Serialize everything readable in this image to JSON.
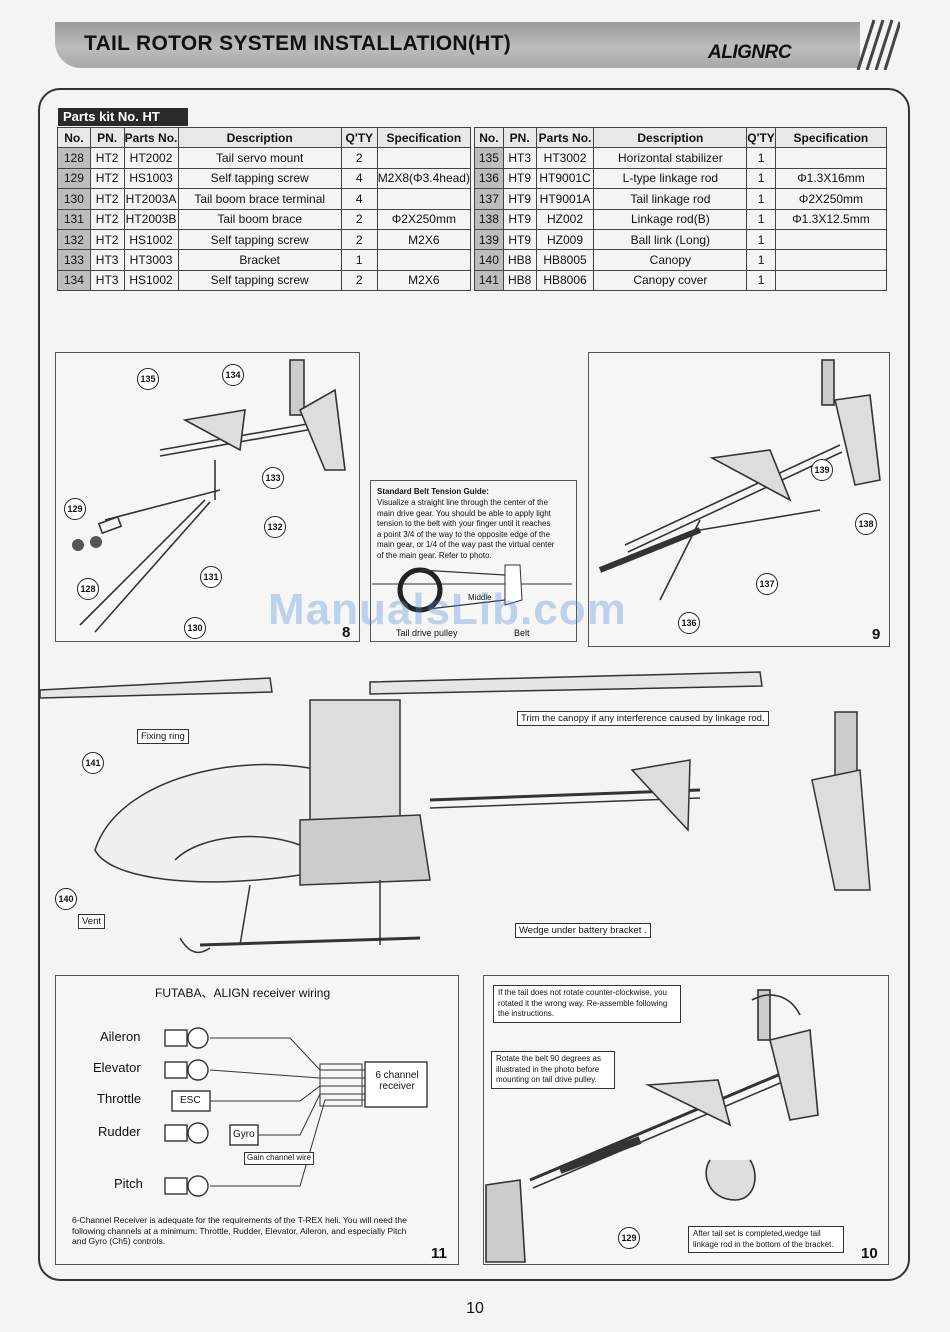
{
  "header": {
    "title": "TAIL ROTOR SYSTEM INSTALLATION(HT)",
    "logo": "ALIGNRC"
  },
  "parts_kit_label": "Parts kit No. HT",
  "columns": [
    "No.",
    "PN.",
    "Parts No.",
    "Description",
    "Q'TY",
    "Specification"
  ],
  "table_left": [
    [
      "128",
      "HT2",
      "HT2002",
      "Tail servo mount",
      "2",
      ""
    ],
    [
      "129",
      "HT2",
      "HS1003",
      "Self tapping screw",
      "4",
      "M2X8(Φ3.4head)"
    ],
    [
      "130",
      "HT2",
      "HT2003A",
      "Tail boom brace terminal",
      "4",
      ""
    ],
    [
      "131",
      "HT2",
      "HT2003B",
      "Tail boom brace",
      "2",
      "Φ2X250mm"
    ],
    [
      "132",
      "HT2",
      "HS1002",
      "Self tapping screw",
      "2",
      "M2X6"
    ],
    [
      "133",
      "HT3",
      "HT3003",
      "Bracket",
      "1",
      ""
    ],
    [
      "134",
      "HT3",
      "HS1002",
      "Self tapping screw",
      "2",
      "M2X6"
    ]
  ],
  "table_right": [
    [
      "135",
      "HT3",
      "HT3002",
      "Horizontal stabilizer",
      "1",
      ""
    ],
    [
      "136",
      "HT9",
      "HT9001C",
      "L-type linkage rod",
      "1",
      "Φ1.3X16mm"
    ],
    [
      "137",
      "HT9",
      "HT9001A",
      "Tail linkage rod",
      "1",
      "Φ2X250mm"
    ],
    [
      "138",
      "HT9",
      "HZ002",
      "Linkage rod(B)",
      "1",
      "Φ1.3X12.5mm"
    ],
    [
      "139",
      "HT9",
      "HZ009",
      "Ball link (Long)",
      "1",
      ""
    ],
    [
      "140",
      "HB8",
      "HB8005",
      "Canopy",
      "1",
      ""
    ],
    [
      "141",
      "HB8",
      "HB8006",
      "Canopy cover",
      "1",
      ""
    ]
  ],
  "step8": {
    "number": "8",
    "callouts": [
      "135",
      "134",
      "133",
      "132",
      "129",
      "128",
      "131",
      "130"
    ]
  },
  "belt_guide": {
    "title": "Standard Belt Tension Guide:",
    "text": [
      "Visualize a straight line through the center of the",
      "main drive gear. You should be able to apply light",
      "tension to the belt with your finger until it reaches",
      "a point 3/4 of the way to the opposite edge of the",
      "main gear, or 1/4 of the way past the virtual center",
      "of the main gear. Refer to photo."
    ],
    "middle": "Middle",
    "pulley": "Tail drive pulley",
    "belt": "Belt"
  },
  "step9": {
    "number": "9",
    "callouts": [
      "139",
      "138",
      "137",
      "136"
    ]
  },
  "main": {
    "fixing_ring": "Fixing ring",
    "trim": "Trim the canopy if any interference caused by linkage rod.",
    "wedge": "Wedge under battery bracket .",
    "vent": "Vent",
    "callouts": [
      "141",
      "140"
    ]
  },
  "step11": {
    "number": "11",
    "title": "FUTABA、ALIGN receiver wiring",
    "channels": [
      "Aileron",
      "Elevator",
      "Throttle",
      "Rudder",
      "Pitch"
    ],
    "esc": "ESC",
    "gyro": "Gyro",
    "gain": "Gain channel wire",
    "receiver": [
      "6 channel",
      "receiver"
    ],
    "note": [
      "6-Channel Receiver is adequate for the requirements of the T-REX heli. You will need the",
      "following channels at a minimum: Throttle, Rudder, Elevator, Aileron, and especially Pitch",
      "and Gyro (Ch5) controls."
    ]
  },
  "step10": {
    "number": "10",
    "note1": [
      "If the tail does not rotate counter-clockwise, you",
      "rotated it the wrong way. Re-assemble following",
      "the instructions."
    ],
    "note2": [
      "Rotate the belt 90 degrees as",
      "illustrated in the photo before",
      "mounting on tail drive pulley."
    ],
    "note3": [
      "After tail set is completed,wedge tail",
      "linkage rod in the bottom of the bracket."
    ],
    "callout": "129"
  },
  "watermark": "ManualsLib.com",
  "page_number": "10"
}
